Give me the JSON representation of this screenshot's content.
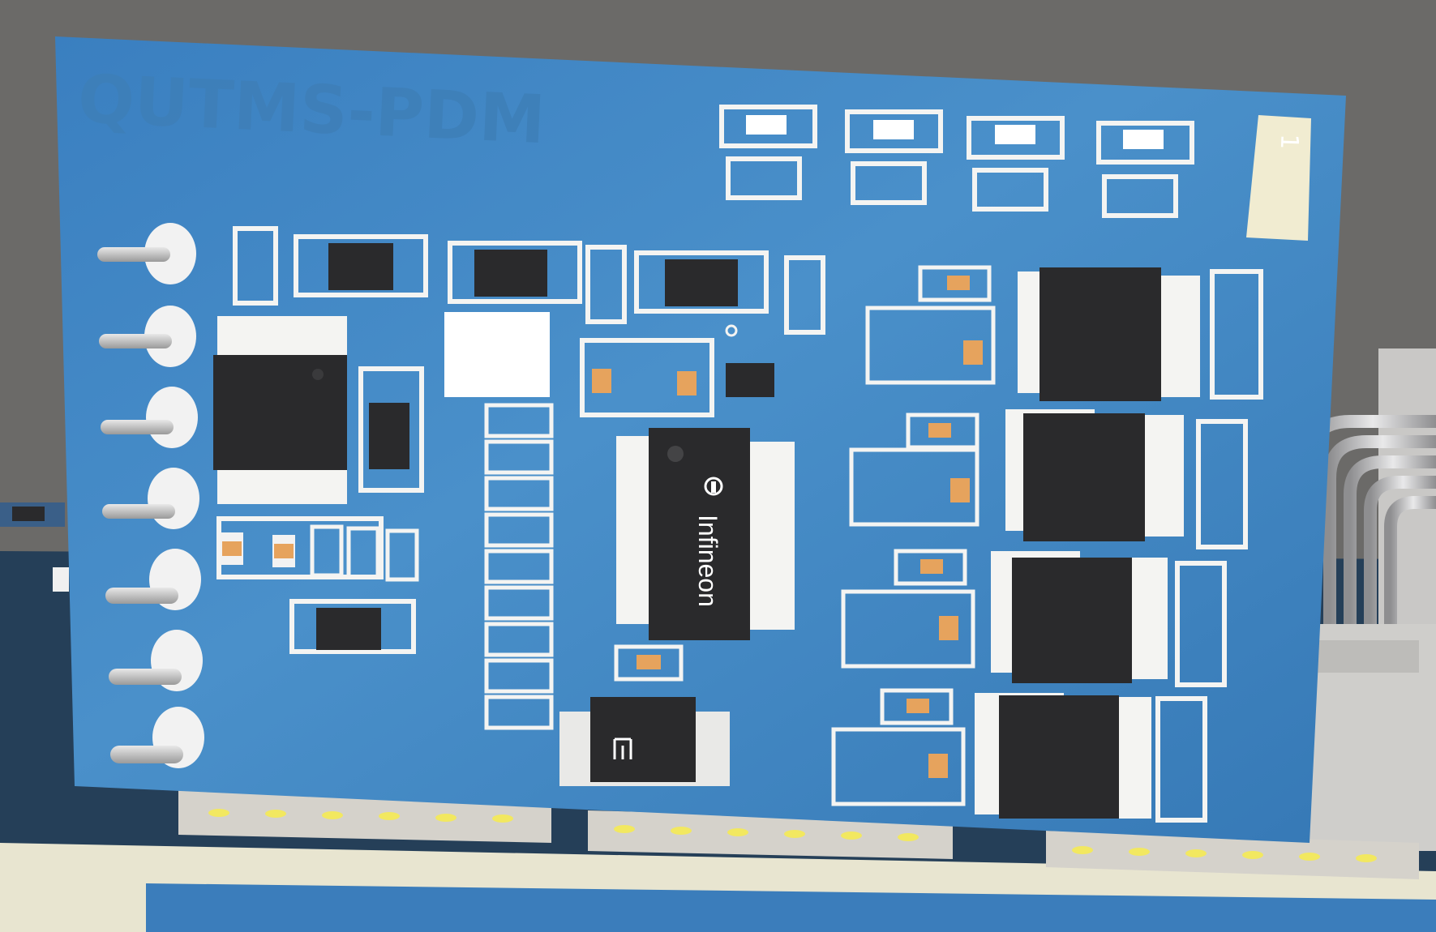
{
  "board": {
    "silkscreen_title": "QUTMS-PDM",
    "pin1_marker": "1"
  },
  "ic_main": {
    "manufacturer": "Infineon"
  },
  "colors": {
    "background": "#6b6a68",
    "pcb_blue": "#3f86c4",
    "base_board": "#27415a",
    "pad": "#f4f4f2",
    "ic_body": "#2a2a2c",
    "header": "#d5d2cb",
    "capacitor": "#e6a35d"
  },
  "icons": {
    "infineon_logo": "infineon-logo-icon",
    "mosfet_mark": "fm-logo-icon"
  }
}
